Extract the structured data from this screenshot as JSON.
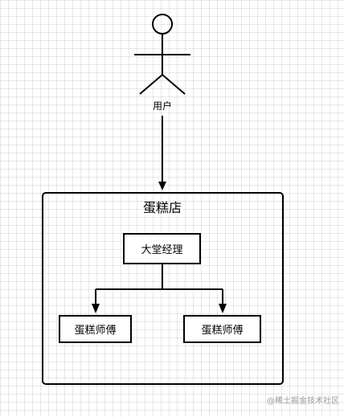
{
  "actor": {
    "label": "用户",
    "icon": "stick-figure-actor-icon"
  },
  "container": {
    "title": "蛋糕店"
  },
  "nodes": {
    "manager": "大堂经理",
    "baker_left": "蛋糕师傅",
    "baker_right": "蛋糕师傅"
  },
  "watermark": "@稀土掘金技术社区",
  "colors": {
    "stroke": "#000000",
    "grid": "#e6e6e6",
    "watermark": "#9a9aa6"
  }
}
